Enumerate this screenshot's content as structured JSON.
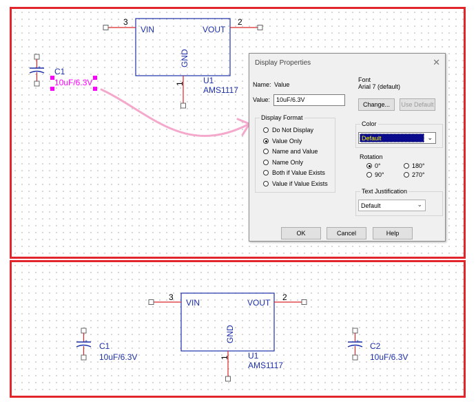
{
  "schematic_top": {
    "u1": {
      "pin_vin": "VIN",
      "pin_vout": "VOUT",
      "pin_gnd": "GND",
      "designator": "U1",
      "part": "AMS1117",
      "pin3": "3",
      "pin2": "2",
      "pin1": "1"
    },
    "c1": {
      "designator": "C1",
      "value": "10uF/6.3V"
    }
  },
  "schematic_bottom": {
    "u1": {
      "pin_vin": "VIN",
      "pin_vout": "VOUT",
      "pin_gnd": "GND",
      "designator": "U1",
      "part": "AMS1117",
      "pin3": "3",
      "pin2": "2",
      "pin1": "1"
    },
    "c1": {
      "designator": "C1",
      "value": "10uF/6.3V"
    },
    "c2": {
      "designator": "C2",
      "value": "10uF/6.3V"
    }
  },
  "dialog": {
    "title": "Display Properties",
    "close": "✕",
    "name_label": "Name:",
    "name_value": "Value",
    "value_label": "Value:",
    "value_field": "10uF/6.3V",
    "display_format": {
      "label": "Display Format",
      "options": [
        "Do Not Display",
        "Value Only",
        "Name and Value",
        "Name Only",
        "Both if Value Exists",
        "Value if Value Exists"
      ],
      "selected": "Value Only"
    },
    "font": {
      "label": "Font",
      "current": "Arial 7 (default)",
      "change_btn": "Change...",
      "default_btn": "Use Default"
    },
    "color": {
      "label": "Color",
      "value": "Default",
      "swatch": "#0a0a8c",
      "text_color": "#ffff00"
    },
    "rotation": {
      "label": "Rotation",
      "options": [
        "0°",
        "180°",
        "90°",
        "270°"
      ],
      "selected": "0°"
    },
    "justification": {
      "label": "Text Justification",
      "value": "Default"
    },
    "ok": "OK",
    "cancel": "Cancel",
    "help": "Help"
  },
  "colors": {
    "border": "#e0262a",
    "component": "#1c2ea8",
    "wire": "#d9262a",
    "selection": "#ff00ff",
    "arrow": "#f4a9cc"
  }
}
